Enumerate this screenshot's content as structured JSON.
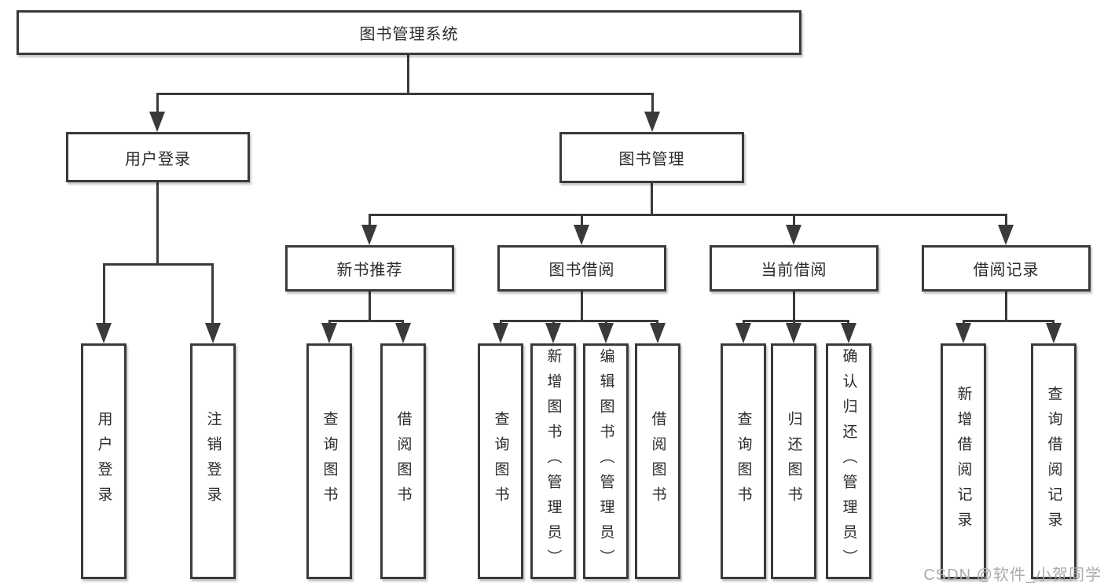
{
  "styles": {
    "line_color": "#3a3a3a",
    "text_color": "#2b2b2b",
    "box_background": "#ffffff",
    "watermark_color": "#ababab"
  },
  "watermark": {
    "text": "CSDN @软件_小贺同学"
  },
  "tree": {
    "root": {
      "label": "图书管理系统",
      "children": [
        {
          "label": "用户登录",
          "children": [
            {
              "label": "用户登录"
            },
            {
              "label": "注销登录"
            }
          ]
        },
        {
          "label": "图书管理",
          "children": [
            {
              "label": "新书推荐",
              "children": [
                {
                  "label": "查询图书"
                },
                {
                  "label": "借阅图书"
                }
              ]
            },
            {
              "label": "图书借阅",
              "children": [
                {
                  "label": "查询图书"
                },
                {
                  "label": "新增图书（管理员）"
                },
                {
                  "label": "编辑图书（管理员）"
                },
                {
                  "label": "借阅图书"
                }
              ]
            },
            {
              "label": "当前借阅",
              "children": [
                {
                  "label": "查询图书"
                },
                {
                  "label": "归还图书"
                },
                {
                  "label": "确认归还（管理员）"
                }
              ]
            },
            {
              "label": "借阅记录",
              "children": [
                {
                  "label": "新增借阅记录"
                },
                {
                  "label": "查询借阅记录"
                }
              ]
            }
          ]
        }
      ]
    }
  }
}
